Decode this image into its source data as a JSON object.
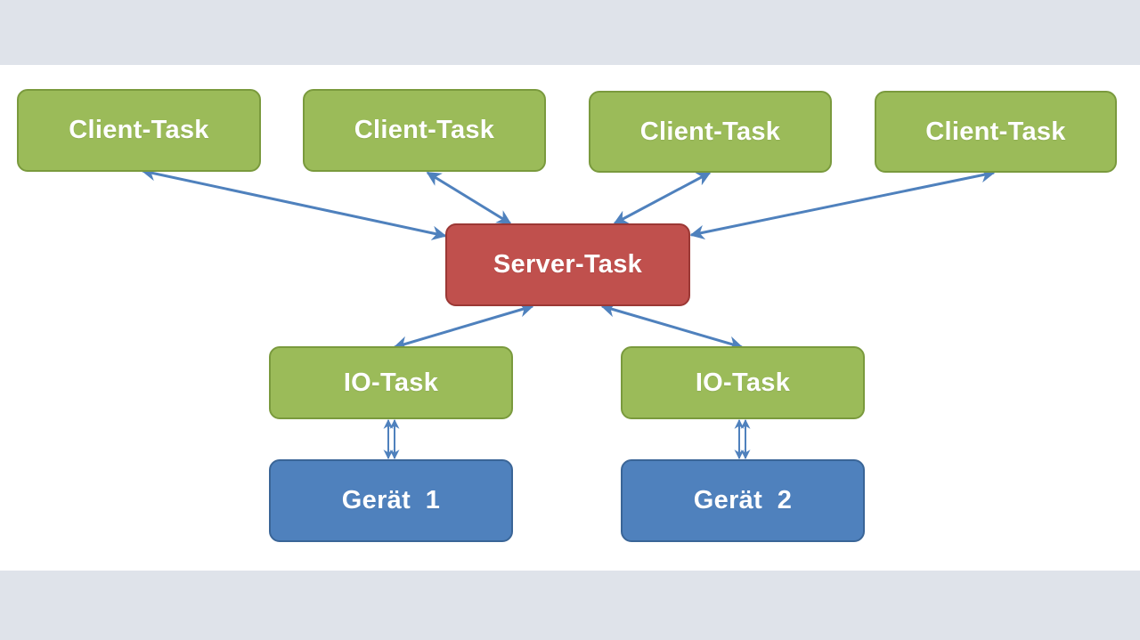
{
  "diagram": {
    "clients": [
      {
        "label": "Client-Task"
      },
      {
        "label": "Client-Task"
      },
      {
        "label": "Client-Task"
      },
      {
        "label": "Client-Task"
      }
    ],
    "server": {
      "label": "Server-Task"
    },
    "io_tasks": [
      {
        "label": "IO-Task"
      },
      {
        "label": "IO-Task"
      }
    ],
    "devices": [
      {
        "label": "Gerät  1"
      },
      {
        "label": "Gerät  2"
      }
    ],
    "connections": [
      {
        "from": "client-1",
        "to": "server",
        "bidirectional": true
      },
      {
        "from": "client-2",
        "to": "server",
        "bidirectional": true
      },
      {
        "from": "client-3",
        "to": "server",
        "bidirectional": true
      },
      {
        "from": "client-4",
        "to": "server",
        "bidirectional": true
      },
      {
        "from": "server",
        "to": "io-1",
        "bidirectional": true
      },
      {
        "from": "server",
        "to": "io-2",
        "bidirectional": true
      },
      {
        "from": "io-1",
        "to": "device-1",
        "bidirectional": true
      },
      {
        "from": "io-2",
        "to": "device-2",
        "bidirectional": true
      }
    ],
    "colors": {
      "task_green": "#9bbb59",
      "server_red": "#c0504d",
      "device_blue": "#4f81bd",
      "arrow_blue": "#4f81bd",
      "background_gray": "#dfe3ea",
      "canvas_white": "#ffffff"
    }
  }
}
